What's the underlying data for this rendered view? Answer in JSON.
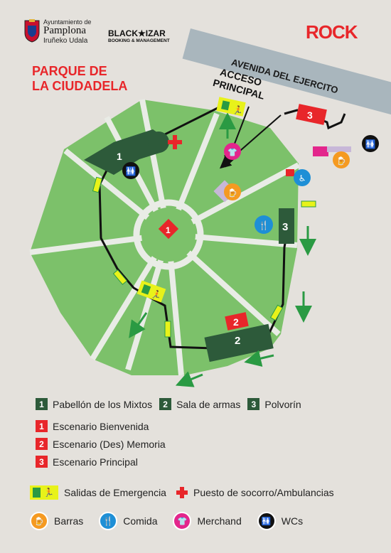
{
  "header": {
    "org_line1": "Ayuntamiento de",
    "org_line2": "Pamplona",
    "org_line3": "Iruñeko Udala",
    "brand_name": "BLACK★IZAR",
    "brand_sub": "BOOKING & MANAGEMENT",
    "rock_logo": "ROCK"
  },
  "map": {
    "title_line1": "PARQUE DE",
    "title_line2": "LA CIUDADELA",
    "road_name": "AVENIDA DEL EJERCITO",
    "access_line1": "ACCESO",
    "access_line2": "PRINCIPAL",
    "building_1": "1",
    "building_2": "2",
    "building_3": "3",
    "stage_1": "1",
    "stage_2": "2",
    "stage_3": "3"
  },
  "legend": {
    "buildings": [
      {
        "num": "1",
        "label": "Pabellón de los Mixtos"
      },
      {
        "num": "2",
        "label": "Sala de armas"
      },
      {
        "num": "3",
        "label": "Polvorín"
      }
    ],
    "stages": [
      {
        "num": "1",
        "label": "Escenario Bienvenida"
      },
      {
        "num": "2",
        "label": "Escenario (Des) Memoria"
      },
      {
        "num": "3",
        "label": "Escenario Principal"
      }
    ],
    "emergency_exits": "Salidas de Emergencia",
    "first_aid": "Puesto de socorro/Ambulancias",
    "bars": "Barras",
    "food": "Comida",
    "merch": "Merchand",
    "wc": "WCs"
  },
  "colors": {
    "background": "#e4e1dc",
    "grass": "#7cc16a",
    "paths": "#ffffff",
    "building": "#2d5a3a",
    "stage": "#e8262a",
    "road": "#a9b6bd",
    "exit_sign": "#e8f21a",
    "bar_icon": "#f59a21",
    "food_icon": "#1e8fd6",
    "merch_icon": "#e3268c",
    "wc_icon": "#111111",
    "arrow": "#2a9a43",
    "title_red": "#e8262a"
  }
}
